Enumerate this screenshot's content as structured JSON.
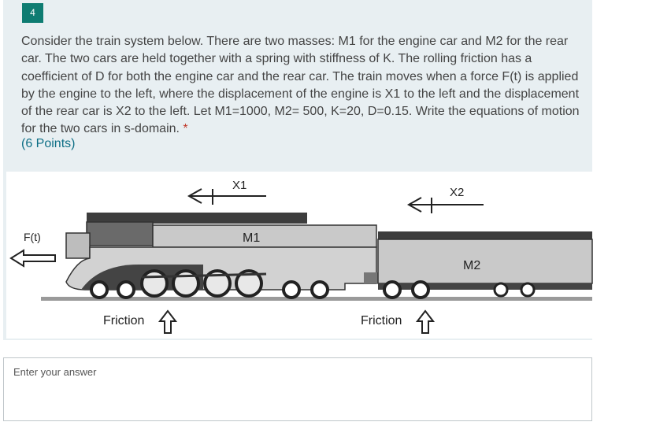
{
  "question": {
    "number": "4",
    "text": "Consider the train system below. There are two masses: M1 for the engine car and M2 for the rear car. The two cars are held together with a spring with stiffness of K. The rolling friction has a coefficient of D for both the engine car and the rear car. The train moves when a force F(t) is applied by the engine to the left, where the displacement of the engine is X1 to the left and the  displacement of the rear car is X2 to the left. Let M1=1000, M2= 500, K=20, D=0.15. Write the equations of motion for the two cars in s-domain.",
    "required_mark": "*",
    "points": "(6 Points)"
  },
  "figure": {
    "label_x1": "X1",
    "label_x2": "X2",
    "label_m1": "M1",
    "label_m2": "M2",
    "label_force": "F(t)",
    "label_friction_1": "Friction",
    "label_friction_2": "Friction"
  },
  "answer": {
    "placeholder": "Enter your answer"
  }
}
